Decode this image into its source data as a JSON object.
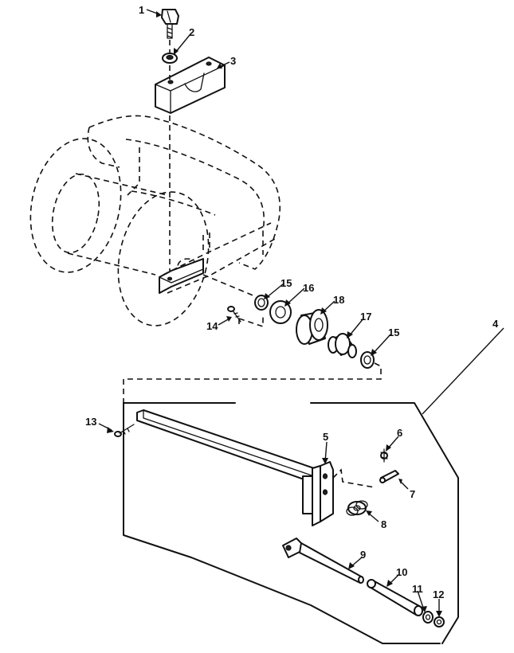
{
  "callouts": {
    "c1": "1",
    "c2": "2",
    "c3": "3",
    "c4": "4",
    "c5": "5",
    "c6": "6",
    "c7": "7",
    "c8": "8",
    "c9": "9",
    "c10": "10",
    "c11": "11",
    "c12": "12",
    "c13": "13",
    "c14": "14",
    "c15a": "15",
    "c15b": "15",
    "c16": "16",
    "c17": "17",
    "c18": "18"
  }
}
